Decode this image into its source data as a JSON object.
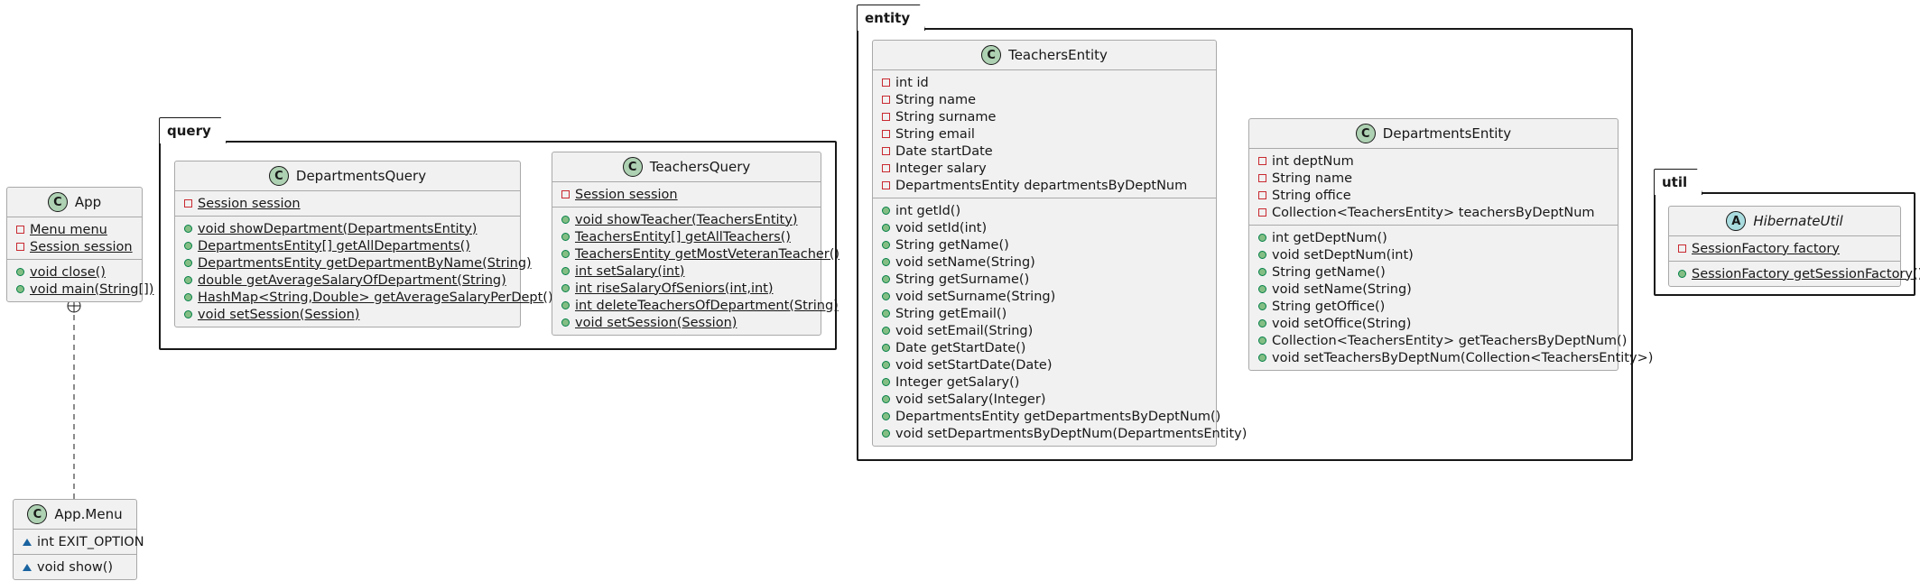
{
  "packages": {
    "query": {
      "name": "query"
    },
    "entity": {
      "name": "entity"
    },
    "util": {
      "name": "util"
    }
  },
  "classes": {
    "app": {
      "name": "App",
      "fields": [
        "Menu menu",
        "Session session"
      ],
      "methods": [
        "void close()",
        "void main(String[])"
      ]
    },
    "app_menu": {
      "name": "App.Menu",
      "fields": [
        "int EXIT_OPTION"
      ],
      "methods": [
        "void show()"
      ]
    },
    "departments_query": {
      "name": "DepartmentsQuery",
      "fields": [
        "Session session"
      ],
      "methods": [
        "void showDepartment(DepartmentsEntity)",
        "DepartmentsEntity[] getAllDepartments()",
        "DepartmentsEntity getDepartmentByName(String)",
        "double getAverageSalaryOfDepartment(String)",
        "HashMap<String,Double> getAverageSalaryPerDept()",
        "void setSession(Session)"
      ]
    },
    "teachers_query": {
      "name": "TeachersQuery",
      "fields": [
        "Session session"
      ],
      "methods": [
        "void showTeacher(TeachersEntity)",
        "TeachersEntity[] getAllTeachers()",
        "TeachersEntity getMostVeteranTeacher()",
        "int setSalary(int)",
        "int riseSalaryOfSeniors(int,int)",
        "int deleteTeachersOfDepartment(String)",
        "void setSession(Session)"
      ]
    },
    "teachers_entity": {
      "name": "TeachersEntity",
      "fields": [
        "int id",
        "String name",
        "String surname",
        "String email",
        "Date startDate",
        "Integer salary",
        "DepartmentsEntity departmentsByDeptNum"
      ],
      "methods": [
        "int getId()",
        "void setId(int)",
        "String getName()",
        "void setName(String)",
        "String getSurname()",
        "void setSurname(String)",
        "String getEmail()",
        "void setEmail(String)",
        "Date getStartDate()",
        "void setStartDate(Date)",
        "Integer getSalary()",
        "void setSalary(Integer)",
        "DepartmentsEntity getDepartmentsByDeptNum()",
        "void setDepartmentsByDeptNum(DepartmentsEntity)"
      ]
    },
    "departments_entity": {
      "name": "DepartmentsEntity",
      "fields": [
        "int deptNum",
        "String name",
        "String office",
        "Collection<TeachersEntity> teachersByDeptNum"
      ],
      "methods": [
        "int getDeptNum()",
        "void setDeptNum(int)",
        "String getName()",
        "void setName(String)",
        "String getOffice()",
        "void setOffice(String)",
        "Collection<TeachersEntity> getTeachersByDeptNum()",
        "void setTeachersByDeptNum(Collection<TeachersEntity>)"
      ]
    },
    "hibernate_util": {
      "name": "HibernateUtil",
      "fields": [
        "SessionFactory factory"
      ],
      "methods": [
        "SessionFactory getSessionFactory()"
      ]
    }
  },
  "badges": {
    "class": "C",
    "abstract": "A"
  },
  "colors": {
    "class_badge": "#add1b2",
    "abstract_badge": "#a9dcdf",
    "private": "#c82930",
    "public": "#84be84",
    "package": "#1963a0",
    "box_bg": "#f1f1f1"
  }
}
